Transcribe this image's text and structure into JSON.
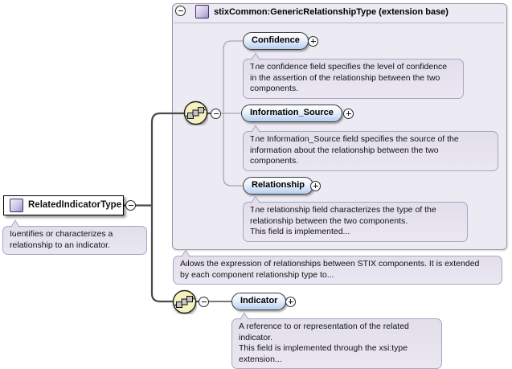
{
  "diagram": {
    "root": {
      "label": "RelatedIndicatorType",
      "annotation": "Identifies or characterizes a\nrelationship to an indicator."
    },
    "panel": {
      "title": "stixCommon:GenericRelationshipType (extension base)",
      "annotation": "Allows the expression of relationships between STIX components. It is extended\nby each component relationship type to...",
      "children": [
        {
          "label": "Confidence",
          "annotation": "The confidence field specifies the level of confidence\nin the assertion of the relationship between the two\ncomponents."
        },
        {
          "label": "Information_Source",
          "annotation": "The Information_Source field specifies the source of the\ninformation about the relationship between the two\ncomponents."
        },
        {
          "label": "Relationship",
          "annotation": "The relationship field characterizes the type of the\nrelationship between the two components.\nThis field is implemented..."
        }
      ]
    },
    "indicator": {
      "label": "Indicator",
      "annotation": "A reference to or representation of the related\nindicator.\nThis field is implemented through the xsi:type\nextension..."
    },
    "icons": {
      "collapse": "minus-circle",
      "expand": "plus-circle",
      "compositor": "sequence-icon",
      "type": "complex-type-square"
    },
    "colors": {
      "panel_bg": "#eceaf2",
      "panel_border": "#9a97a9",
      "annotation_bg": "#e4e1ed",
      "annotation_border": "#a9a6bf",
      "pill_top": "#feffff",
      "pill_bottom": "#b6cef0",
      "pill_border": "#3c3c3c",
      "compositor_fill": "#f6f2be",
      "type_icon_purple": "#9c90c4",
      "trunk_line": "#4a4a4a",
      "child_line": "#a8a5b8"
    }
  }
}
